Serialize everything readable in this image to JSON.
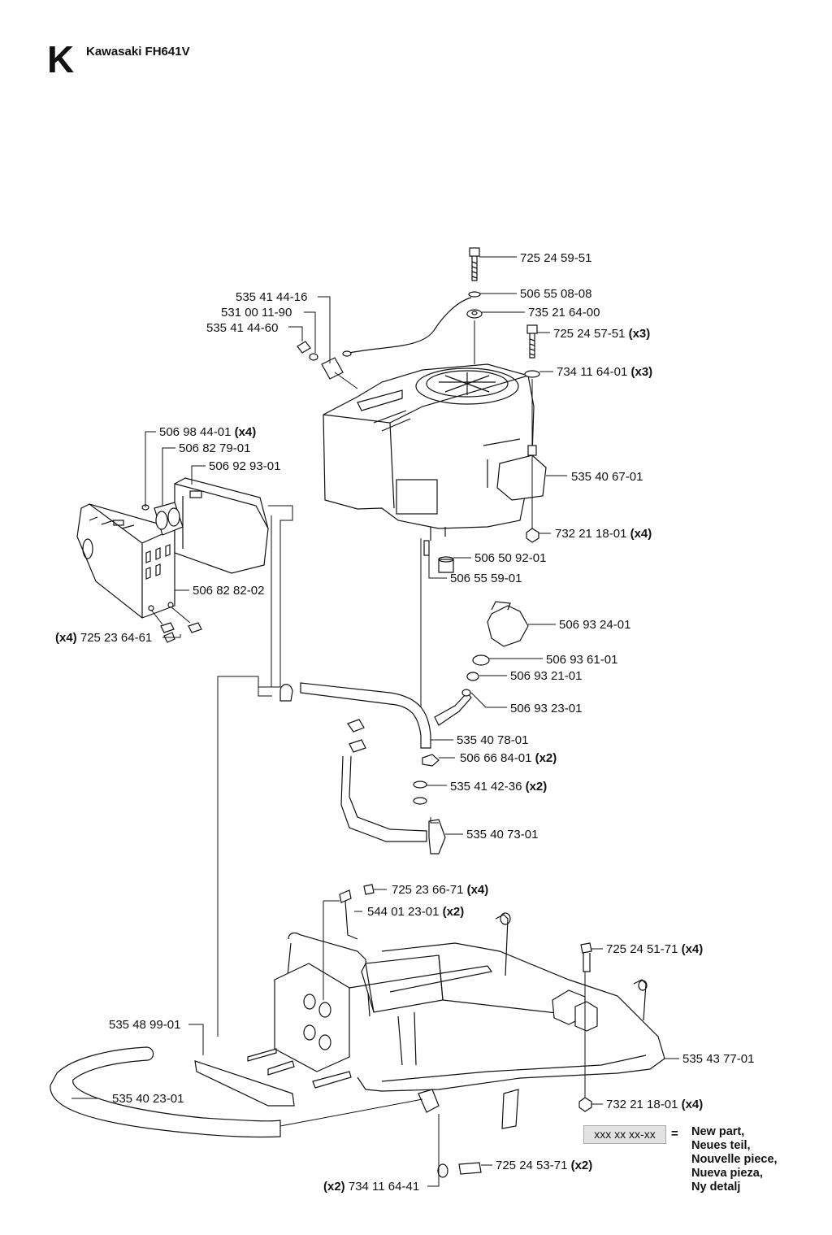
{
  "header": {
    "section_letter": "K",
    "title": "Kawasaki FH641V"
  },
  "callouts": [
    {
      "id": "c1",
      "part": "725 24 59-51",
      "qty": ""
    },
    {
      "id": "c2",
      "part": "506 55 08-08",
      "qty": ""
    },
    {
      "id": "c3",
      "part": "735 21 64-00",
      "qty": ""
    },
    {
      "id": "c4",
      "part": "725 24 57-51",
      "qty": "(x3)"
    },
    {
      "id": "c5",
      "part": "734 11 64-01",
      "qty": "(x3)"
    },
    {
      "id": "c6",
      "part": "535 41 44-16",
      "qty": ""
    },
    {
      "id": "c7",
      "part": "531 00 11-90",
      "qty": ""
    },
    {
      "id": "c8",
      "part": "535 41 44-60",
      "qty": ""
    },
    {
      "id": "c9",
      "part": "535 40 67-01",
      "qty": ""
    },
    {
      "id": "c10",
      "part": "732 21 18-01",
      "qty": "(x4)"
    },
    {
      "id": "c11",
      "part": "506 50 92-01",
      "qty": ""
    },
    {
      "id": "c12",
      "part": "506 55 59-01",
      "qty": ""
    },
    {
      "id": "c13",
      "part": "506 98 44-01",
      "qty": "(x4)"
    },
    {
      "id": "c14",
      "part": "506 82 79-01",
      "qty": ""
    },
    {
      "id": "c15",
      "part": "506 92 93-01",
      "qty": ""
    },
    {
      "id": "c16",
      "part": "506 82 82-02",
      "qty": ""
    },
    {
      "id": "c17",
      "part": "725 23 64-61",
      "qty": "(x4)"
    },
    {
      "id": "c18",
      "part": "506 93 24-01",
      "qty": ""
    },
    {
      "id": "c19",
      "part": "506 93 61-01",
      "qty": ""
    },
    {
      "id": "c20",
      "part": "506 93 21-01",
      "qty": ""
    },
    {
      "id": "c21",
      "part": "506 93 23-01",
      "qty": ""
    },
    {
      "id": "c22",
      "part": "535 40 78-01",
      "qty": ""
    },
    {
      "id": "c23",
      "part": "506 66 84-01",
      "qty": "(x2)"
    },
    {
      "id": "c24",
      "part": "535 41 42-36",
      "qty": "(x2)"
    },
    {
      "id": "c25",
      "part": "535 40 73-01",
      "qty": ""
    },
    {
      "id": "c26",
      "part": "725 23 66-71",
      "qty": "(x4)"
    },
    {
      "id": "c27",
      "part": "544 01 23-01",
      "qty": "(x2)"
    },
    {
      "id": "c28",
      "part": "725 24 51-71",
      "qty": "(x4)"
    },
    {
      "id": "c29",
      "part": "535 48 99-01",
      "qty": ""
    },
    {
      "id": "c30",
      "part": "535 43 77-01",
      "qty": ""
    },
    {
      "id": "c31",
      "part": "535 40 23-01",
      "qty": ""
    },
    {
      "id": "c32",
      "part": "732 21 18-01",
      "qty": "(x4)"
    },
    {
      "id": "c33",
      "part": "725 24 53-71",
      "qty": "(x2)"
    },
    {
      "id": "c34",
      "part": "734 11 64-41",
      "qty": "(x2)"
    }
  ],
  "legend": {
    "box_text": "xxx xx xx-xx",
    "equals": "=",
    "lines": [
      "New part,",
      "Neues teil,",
      "Nouvelle piece,",
      "Nueva pieza,",
      "Ny detalj"
    ]
  }
}
